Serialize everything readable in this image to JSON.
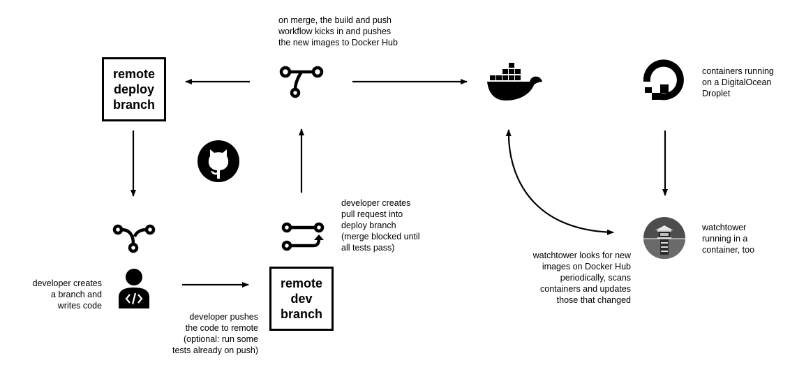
{
  "boxes": {
    "deploy_branch": "remote\ndeploy\nbranch",
    "dev_branch": "remote\ndev\nbranch"
  },
  "notes": {
    "merge_workflow": "on merge, the build and push\nworkflow kicks in and pushes\nthe new images to Docker Hub",
    "droplet": "containers running\non a DigitalOcean\nDroplet",
    "pull_request": "developer creates\npull request into\ndeploy branch\n(merge blocked until\nall tests pass)",
    "watchtower": "watchtower\nrunning in a\ncontainer, too",
    "developer": "developer creates\na branch and\nwrites code",
    "push": "developer pushes\nthe code to remote\n(optional: run some\ntests already on push)",
    "watchtower_looks": "watchtower looks for new\nimages on Docker Hub\nperiodically, scans\ncontainers and updates\nthose that changed"
  },
  "icons": {
    "merge": "git-merge-icon",
    "github": "github-icon",
    "branch": "git-branch-icon",
    "pull_request": "git-pull-request-icon",
    "developer": "developer-icon",
    "docker": "docker-icon",
    "digitalocean": "digitalocean-icon",
    "watchtower": "watchtower-icon"
  }
}
